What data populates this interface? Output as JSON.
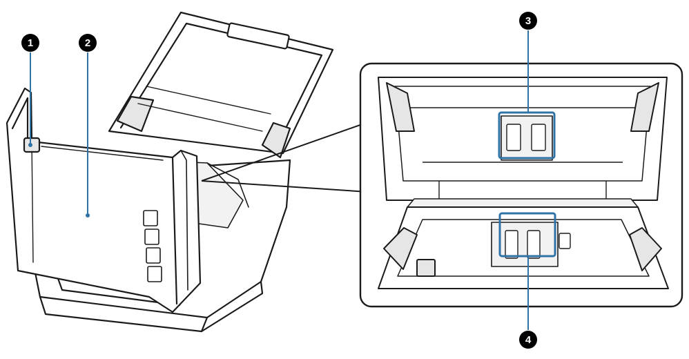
{
  "callouts": [
    {
      "number": "1",
      "part": "cover-open-lever"
    },
    {
      "number": "2",
      "part": "scanner-cover"
    },
    {
      "number": "3",
      "part": "upper-roller"
    },
    {
      "number": "4",
      "part": "lower-roller"
    }
  ],
  "colors": {
    "line": "#1a1a1a",
    "highlight": "#2f72a6",
    "badge": "#000000",
    "badge_text": "#ffffff",
    "body_fill": "#ffffff",
    "shade": "#e6e6e6"
  }
}
